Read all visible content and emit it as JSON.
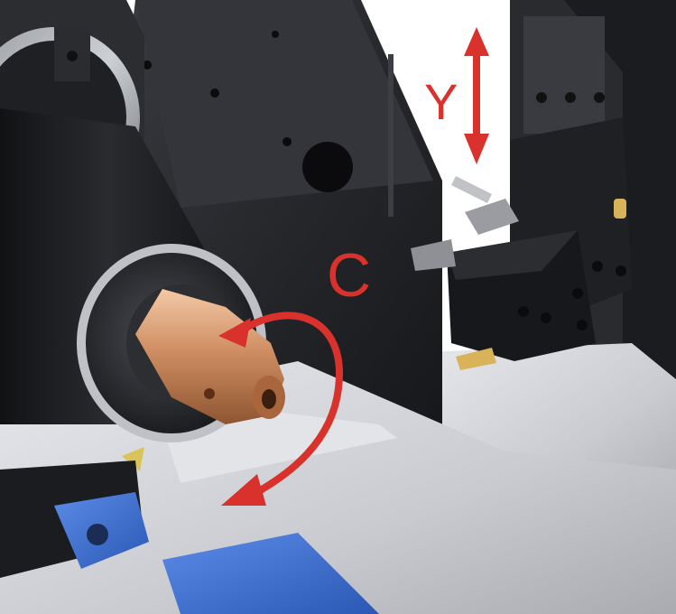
{
  "labels": {
    "y_axis": "Y",
    "c_axis": "C"
  },
  "colors": {
    "arrow": "#d9312c",
    "machine_dark": "#1c1d20",
    "machine_mid": "#2b2c30",
    "plate_light": "#cfd1d6",
    "copper": "#c98557",
    "vise_blue": "#3a6fd0",
    "brass": "#d8b35a"
  },
  "icons": {
    "y_axis": "double-headed-vertical-arrow",
    "c_axis": "curved-rotation-arrow"
  }
}
